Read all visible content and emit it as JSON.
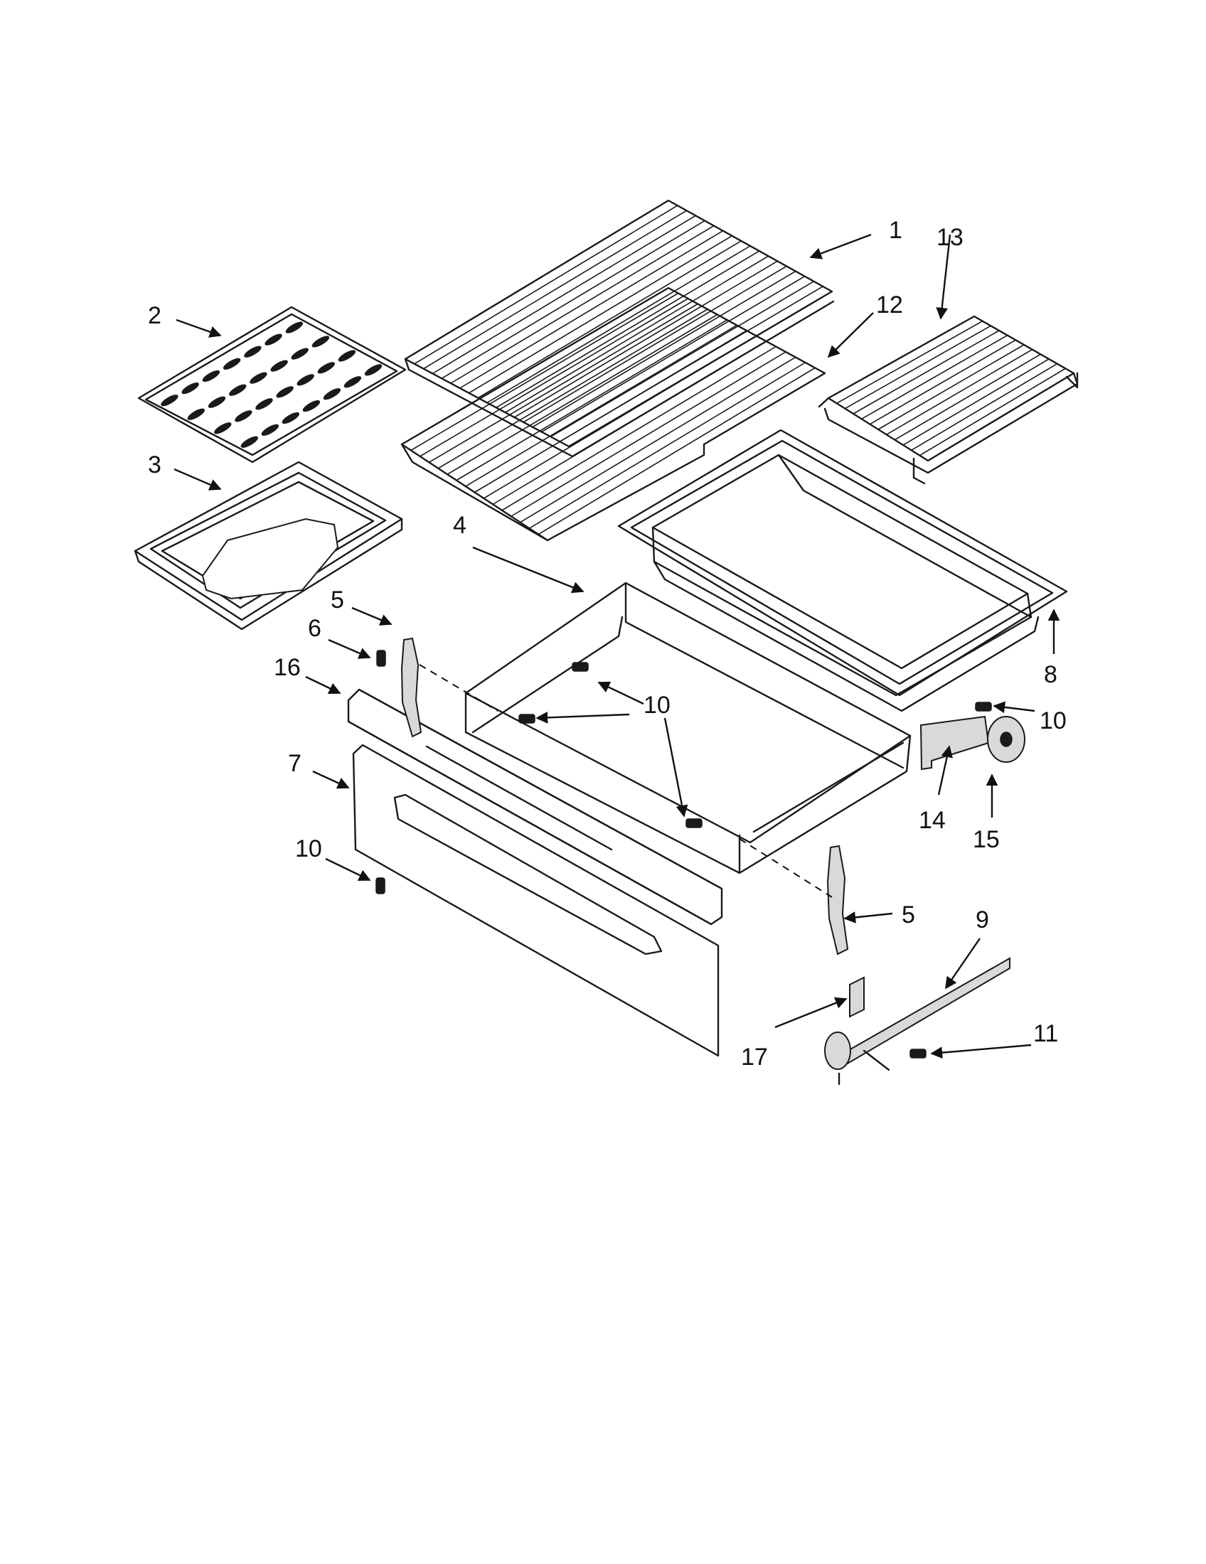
{
  "callouts": [
    {
      "id": "c1",
      "label": "1"
    },
    {
      "id": "c2",
      "label": "2"
    },
    {
      "id": "c3",
      "label": "3"
    },
    {
      "id": "c4",
      "label": "4"
    },
    {
      "id": "c5a",
      "label": "5"
    },
    {
      "id": "c5b",
      "label": "5"
    },
    {
      "id": "c6",
      "label": "6"
    },
    {
      "id": "c7",
      "label": "7"
    },
    {
      "id": "c8",
      "label": "8"
    },
    {
      "id": "c9",
      "label": "9"
    },
    {
      "id": "c10a",
      "label": "10"
    },
    {
      "id": "c10b",
      "label": "10"
    },
    {
      "id": "c10c",
      "label": "10"
    },
    {
      "id": "c11",
      "label": "11"
    },
    {
      "id": "c12",
      "label": "12"
    },
    {
      "id": "c13",
      "label": "13"
    },
    {
      "id": "c14",
      "label": "14"
    },
    {
      "id": "c15",
      "label": "15"
    },
    {
      "id": "c16",
      "label": "16"
    },
    {
      "id": "c17",
      "label": "17"
    }
  ]
}
